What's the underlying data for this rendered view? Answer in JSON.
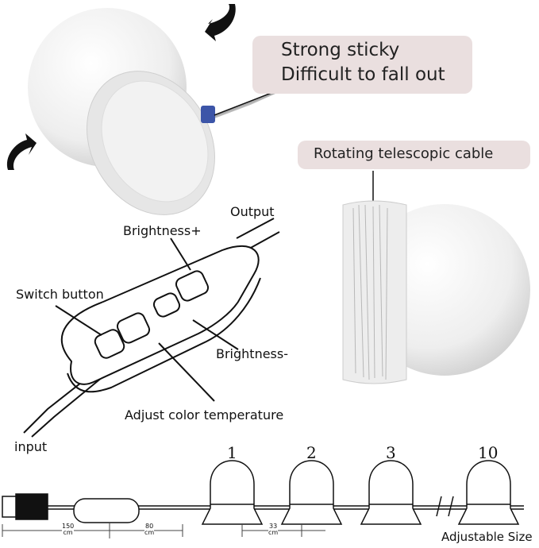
{
  "callouts": {
    "sticky_line1": "Strong sticky",
    "sticky_line2": "Difficult to fall out",
    "cable": "Rotating telescopic cable"
  },
  "controller_labels": {
    "output": "Output",
    "brightness_plus": "Brightness+",
    "switch": "Switch button",
    "brightness_minus": "Brightness-",
    "color_temp": "Adjust color temperature"
  },
  "strip": {
    "input": "input",
    "bulb_numbers": [
      "1",
      "2",
      "3",
      "10"
    ],
    "lengths": [
      {
        "value": "150",
        "unit": "cm"
      },
      {
        "value": "80",
        "unit": "cm"
      },
      {
        "value": "33",
        "unit": "cm"
      }
    ],
    "adjustable": "Adjustable Size"
  },
  "colors": {
    "tag_bg": "#eadfdf"
  }
}
